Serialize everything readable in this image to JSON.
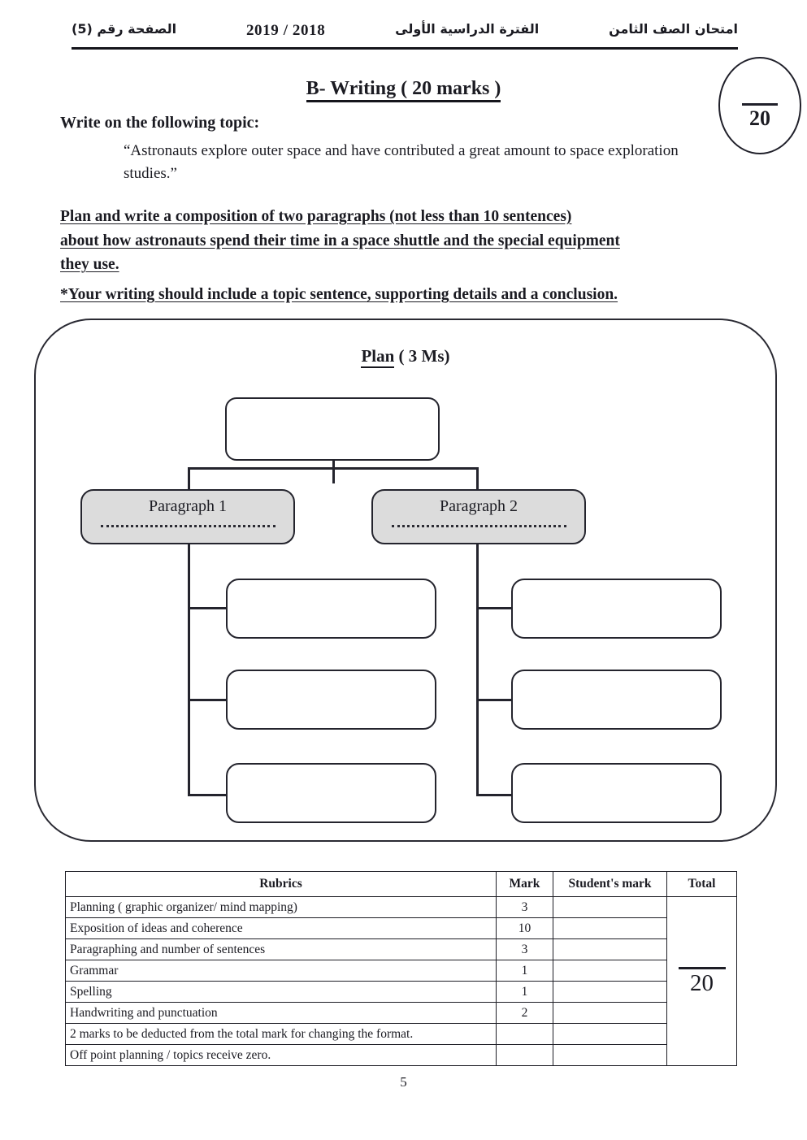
{
  "header": {
    "exam_title_ar": "امتحان الصف الثامن",
    "term_ar": "الفترة الدراسية الأولى",
    "years": "2019 / 2018",
    "page_label_ar": "الصفحة رقم (5)"
  },
  "mark_oval": {
    "numerator": "",
    "denominator": "20"
  },
  "section": {
    "title": "B- Writing ( 20 marks )"
  },
  "prompt": {
    "instruction": "Write on the following topic:",
    "quote": "“Astronauts explore outer space and have contributed a great amount to space exploration studies.”"
  },
  "task": {
    "line1": "Plan and write a composition of two paragraphs (not less than 10 sentences)",
    "line2": "about how astronauts spend their time in a space shuttle and the special equipment",
    "line3": "they use.",
    "note": "*Your writing should include a topic sentence, supporting details and a conclusion."
  },
  "organizer": {
    "heading_underlined": "Plan",
    "heading_rest": " ( 3 Ms)",
    "top_node_text": "",
    "branches": [
      {
        "label": "Paragraph 1",
        "dots": "",
        "leaves": [
          "",
          "",
          ""
        ]
      },
      {
        "label": "Paragraph 2",
        "dots": "",
        "leaves": [
          "",
          "",
          ""
        ]
      }
    ]
  },
  "rubrics": {
    "columns": [
      "Rubrics",
      "Mark",
      "Student's mark",
      "Total"
    ],
    "rows": [
      {
        "criterion": "Planning ( graphic organizer/ mind mapping)",
        "mark": "3",
        "student_mark": ""
      },
      {
        "criterion": "Exposition of ideas and coherence",
        "mark": "10",
        "student_mark": ""
      },
      {
        "criterion": "Paragraphing and number of sentences",
        "mark": "3",
        "student_mark": ""
      },
      {
        "criterion": "Grammar",
        "mark": "1",
        "student_mark": ""
      },
      {
        "criterion": "Spelling",
        "mark": "1",
        "student_mark": ""
      },
      {
        "criterion": "Handwriting and punctuation",
        "mark": "2",
        "student_mark": ""
      },
      {
        "criterion": "2 marks to be deducted from the total mark for changing the format.",
        "mark": "",
        "student_mark": ""
      },
      {
        "criterion": "Off point planning / topics receive zero.",
        "mark": "",
        "student_mark": ""
      }
    ],
    "total_value": "20"
  },
  "footer": {
    "page_number": "5"
  },
  "colors": {
    "ink": "#1b1b22",
    "paragraph_box_fill": "#dcdcdc"
  }
}
